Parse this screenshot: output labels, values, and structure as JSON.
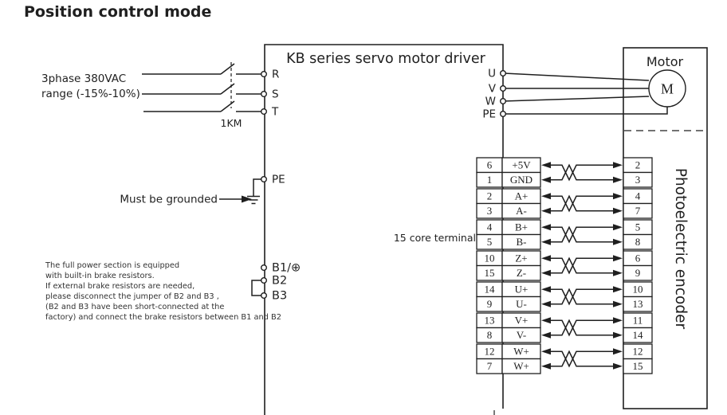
{
  "title": "Position control mode",
  "colors": {
    "line": "#1f1f1f",
    "text": "#1f1f1f",
    "note_text": "#333333",
    "background": "#ffffff"
  },
  "power_supply": {
    "line1": "3phase 380VAC",
    "line2": "range (-15%-10%)",
    "contactor_label": "1KM",
    "phase_terminals": [
      "R",
      "S",
      "T"
    ]
  },
  "driver": {
    "title": "KB series servo motor driver",
    "pe_terminal": "PE",
    "brake_terminals": [
      "B1/⊕",
      "B2",
      "B3"
    ],
    "output_terminals": [
      "U",
      "V",
      "W",
      "PE"
    ]
  },
  "ground_note": "Must be grounded",
  "brake_note_lines": [
    "The full power section is equipped",
    "with built-in brake resistors.",
    "If external brake resistors are needed,",
    " please disconnect the jumper of B2 and B3 ,",
    " (B2 and B3 have been short-connected at the",
    "factory) and connect the brake resistors between B1 and B2"
  ],
  "motor": {
    "label": "Motor",
    "symbol": "M"
  },
  "encoder": {
    "label": "Photoelectric encoder"
  },
  "cable_label": "15 core terminal",
  "terminal_table": {
    "rows": [
      {
        "pin": "6",
        "signal": "+5V",
        "encoder_pin": "2"
      },
      {
        "pin": "1",
        "signal": "GND",
        "encoder_pin": "3"
      },
      {
        "pin": "2",
        "signal": "A+",
        "encoder_pin": "4"
      },
      {
        "pin": "3",
        "signal": "A-",
        "encoder_pin": "7"
      },
      {
        "pin": "4",
        "signal": "B+",
        "encoder_pin": "5"
      },
      {
        "pin": "5",
        "signal": "B-",
        "encoder_pin": "8"
      },
      {
        "pin": "10",
        "signal": "Z+",
        "encoder_pin": "6"
      },
      {
        "pin": "15",
        "signal": "Z-",
        "encoder_pin": "9"
      },
      {
        "pin": "14",
        "signal": "U+",
        "encoder_pin": "10"
      },
      {
        "pin": "9",
        "signal": "U-",
        "encoder_pin": "13"
      },
      {
        "pin": "13",
        "signal": "V+",
        "encoder_pin": "11"
      },
      {
        "pin": "8",
        "signal": "V-",
        "encoder_pin": "14"
      },
      {
        "pin": "12",
        "signal": "W+",
        "encoder_pin": "12"
      },
      {
        "pin": "7",
        "signal": "W+",
        "encoder_pin": "15"
      }
    ]
  }
}
